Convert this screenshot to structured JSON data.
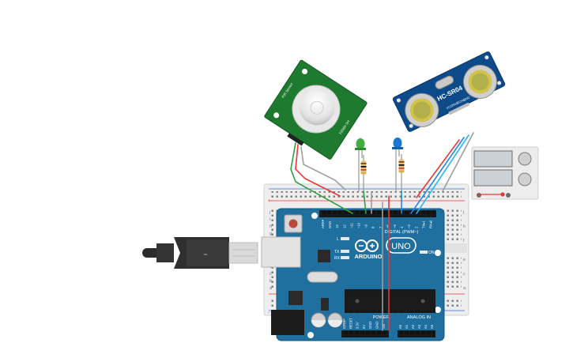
{
  "arduino": {
    "brand": "ARDUINO",
    "model": "UNO",
    "digital_header_label": "DIGITAL (PWM~)",
    "power_label": "POWER",
    "analog_label": "ANALOG IN",
    "on_label": "ON",
    "tx_label": "TX",
    "rx_label": "RX",
    "l_label": "L",
    "digital_pins": [
      "AREF",
      "GND",
      "13",
      "12",
      "~11",
      "~10",
      "~9",
      "8",
      "7",
      "~6",
      "~5",
      "4",
      "~3",
      "2",
      "TX▸1",
      "RX◂0"
    ],
    "power_pins": [
      "IOREF",
      "RESET",
      "3.3V",
      "5V",
      "GND",
      "GND",
      "Vin"
    ],
    "analog_pins": [
      "A0",
      "A1",
      "A2",
      "A3",
      "A4",
      "A5"
    ]
  },
  "ultrasonic": {
    "label": "HC-SR04",
    "pins": [
      "VCC",
      "TRIG",
      "ECHO",
      "GND"
    ]
  },
  "pir": {
    "side_labels": [
      "HC-SR501",
      "PIR Sensor"
    ]
  },
  "breadboard": {
    "row_letters_top": [
      "j",
      "i",
      "h",
      "g",
      "f"
    ],
    "row_letters_bottom": [
      "e",
      "d",
      "c",
      "b",
      "a"
    ]
  },
  "colors": {
    "arduino_board": "#1f6f9f",
    "arduino_text": "#ffffff",
    "pir_board": "#1e7a2e",
    "ultrasonic_board": "#0d4a8a",
    "wire_green": "#2ea043",
    "wire_red": "#e53935",
    "wire_gray": "#9e9e9e",
    "wire_blue": "#1e88e5",
    "wire_cyan": "#29b6f6",
    "led_green": "#3fae3f",
    "led_blue": "#1976d2"
  }
}
